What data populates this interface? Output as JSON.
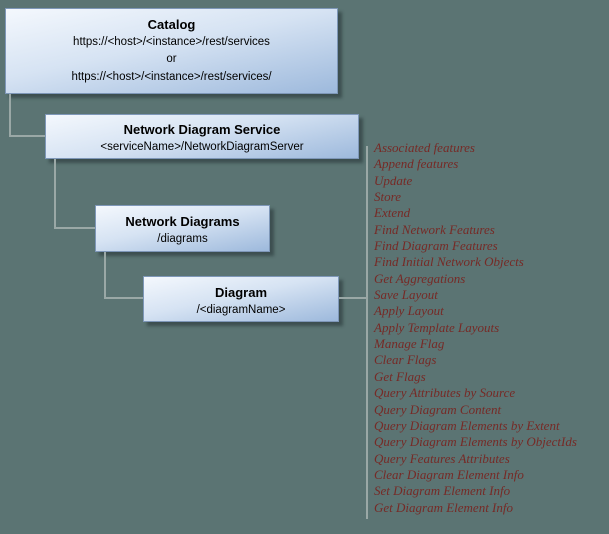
{
  "canvas": {
    "background": "#5b7473"
  },
  "colors": {
    "operation_text": "#762a26",
    "connector": "#9aa8a6",
    "box_border": "#7e97b8"
  },
  "catalog": {
    "title": "Catalog",
    "line1": "https://<host>/<instance>/rest/services",
    "line2": "or",
    "line3": "https://<host>/<instance>/rest/services/"
  },
  "service": {
    "title": "Network Diagram Service",
    "path": "<serviceName>/NetworkDiagramServer"
  },
  "network_diagrams": {
    "title": "Network Diagrams",
    "path": "/diagrams"
  },
  "diagram": {
    "title": "Diagram",
    "path": "/<diagramName>"
  },
  "operations": [
    "Associated features",
    "Append features",
    "Update",
    "Store",
    "Extend",
    "Find Network Features",
    "Find Diagram Features",
    "Find Initial Network Objects",
    "Get Aggregations",
    "Save Layout",
    "Apply Layout",
    "Apply Template Layouts",
    "Manage Flag",
    "Clear Flags",
    "Get Flags",
    "Query Attributes by Source",
    "Query Diagram Content",
    "Query Diagram Elements by Extent",
    "Query Diagram Elements by ObjectIds",
    "Query Features Attributes",
    "Clear Diagram Element Info",
    "Set Diagram Element Info",
    "Get Diagram Element Info"
  ]
}
